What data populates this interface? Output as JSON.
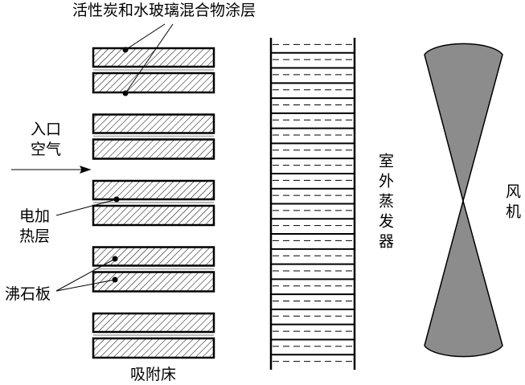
{
  "labels": {
    "coating": "活性炭和水玻璃混合物涂层",
    "inlet_line1": "入口",
    "inlet_line2": "空气",
    "heater_line1": "电加",
    "heater_line2": "热层",
    "zeolite": "沸石板",
    "bed": "吸附床",
    "evaporator": "室外蒸发器",
    "fan": "风机"
  },
  "adsorption_beds": 5,
  "evaporator_cells": 22,
  "colors": {
    "fan_fill": "#8c8c8c",
    "line": "#000000"
  }
}
